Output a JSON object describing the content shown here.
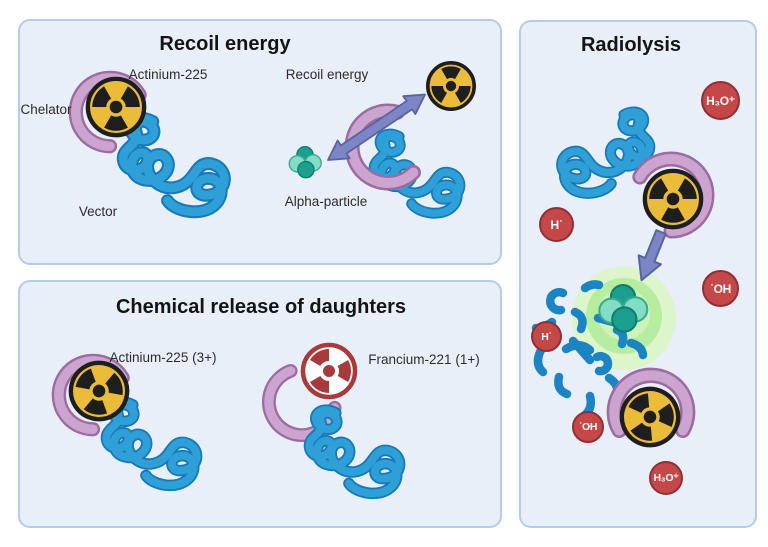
{
  "figure": {
    "description": "Three-panel scientific illustration of alpha-emitter radiopharmaceutical effects",
    "panels": {
      "recoil": {
        "title": "Recoil energy",
        "labels": {
          "actinium": "Actinium-225",
          "chelator": "Chelator",
          "vector": "Vector",
          "recoil_energy": "Recoil energy",
          "alpha_particle": "Alpha-particle"
        }
      },
      "daughters": {
        "title": "Chemical release of daughters",
        "labels": {
          "actinium": "Actinium-225 (3+)",
          "francium": "Francium-221 (1+)"
        }
      },
      "radiolysis": {
        "title": "Radiolysis",
        "ions": {
          "hydronium_top": "H₃O⁺",
          "h_radical_top": "H˙",
          "oh_radical_top": "˙OH",
          "h_radical_mid": "H˙",
          "oh_radical_bottom": "˙OH",
          "hydronium_bottom": "H₃O⁺"
        }
      }
    },
    "icons": {
      "radioactive": "trefoil-symbol",
      "radioactive_daughter": "trefoil-symbol-red",
      "chelator": "crescent-arc",
      "vector": "squiggle-polymer",
      "alpha_particle": "teal-nucleon-cluster",
      "arrow": "thick-purple-arrow",
      "glow": "green-radiation-burst"
    },
    "colors": {
      "panel_bg": "#e9eff9",
      "panel_border": "#b5cbea",
      "trefoil_yellow": "#eabc3a",
      "trefoil_dark": "#1e1e1e",
      "daughter_red": "#a83a3c",
      "chelator_pink": "#cba4d0",
      "chelator_edge": "#9b6ba1",
      "vector_blue": "#2f9fd8",
      "vector_edge": "#1879b8",
      "arrow_purple": "#7d86c4",
      "alpha_dark": "#1ba08e",
      "alpha_light": "#83dcc4",
      "ion_red": "#c64747",
      "glow_outer": "#dcf5cb",
      "glow_mid": "#b6eda0",
      "glow_inner": "#cdf3ba"
    }
  }
}
